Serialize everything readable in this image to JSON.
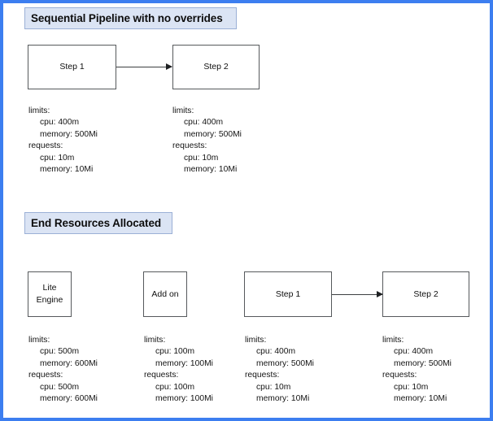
{
  "diagram": {
    "frame_color": "#3c7ef0",
    "chip_fill": "#dbe4f4",
    "chip_border": "#9bb0d6",
    "box_border": "#56595c",
    "sections": [
      {
        "title": "Sequential Pipeline with no overrides",
        "nodes": [
          {
            "label": "Step 1"
          },
          {
            "label": "Step 2"
          }
        ],
        "resources": [
          {
            "lines": [
              {
                "text": "limits:",
                "indent": false
              },
              {
                "text": "cpu: 400m",
                "indent": true
              },
              {
                "text": "memory: 500Mi",
                "indent": true
              },
              {
                "text": "requests:",
                "indent": false
              },
              {
                "text": "cpu: 10m",
                "indent": true
              },
              {
                "text": "memory: 10Mi",
                "indent": true
              }
            ]
          },
          {
            "lines": [
              {
                "text": "limits:",
                "indent": false
              },
              {
                "text": "cpu: 400m",
                "indent": true
              },
              {
                "text": "memory: 500Mi",
                "indent": true
              },
              {
                "text": "requests:",
                "indent": false
              },
              {
                "text": "cpu: 10m",
                "indent": true
              },
              {
                "text": "memory: 10Mi",
                "indent": true
              }
            ]
          }
        ]
      },
      {
        "title": "End Resources Allocated",
        "nodes": [
          {
            "label": "Lite\nEngine"
          },
          {
            "label": "Add on"
          },
          {
            "label": "Step 1"
          },
          {
            "label": "Step 2"
          }
        ],
        "resources": [
          {
            "lines": [
              {
                "text": "limits:",
                "indent": false
              },
              {
                "text": "cpu: 500m",
                "indent": true
              },
              {
                "text": "memory: 600Mi",
                "indent": true
              },
              {
                "text": "requests:",
                "indent": false
              },
              {
                "text": "cpu: 500m",
                "indent": true
              },
              {
                "text": "memory: 600Mi",
                "indent": true
              }
            ]
          },
          {
            "lines": [
              {
                "text": "limits:",
                "indent": false
              },
              {
                "text": "cpu: 100m",
                "indent": true
              },
              {
                "text": "memory: 100Mi",
                "indent": true
              },
              {
                "text": "requests:",
                "indent": false
              },
              {
                "text": "cpu: 100m",
                "indent": true
              },
              {
                "text": "memory: 100Mi",
                "indent": true
              }
            ]
          },
          {
            "lines": [
              {
                "text": "limits:",
                "indent": false
              },
              {
                "text": "cpu: 400m",
                "indent": true
              },
              {
                "text": "memory: 500Mi",
                "indent": true
              },
              {
                "text": "requests:",
                "indent": false
              },
              {
                "text": "cpu: 10m",
                "indent": true
              },
              {
                "text": "memory: 10Mi",
                "indent": true
              }
            ]
          },
          {
            "lines": [
              {
                "text": "limits:",
                "indent": false
              },
              {
                "text": "cpu: 400m",
                "indent": true
              },
              {
                "text": "memory: 500Mi",
                "indent": true
              },
              {
                "text": "requests:",
                "indent": false
              },
              {
                "text": "cpu: 10m",
                "indent": true
              },
              {
                "text": "memory: 10Mi",
                "indent": true
              }
            ]
          }
        ]
      }
    ]
  }
}
